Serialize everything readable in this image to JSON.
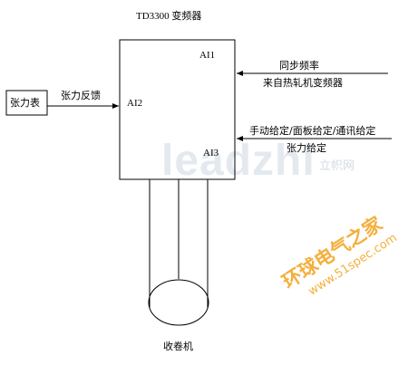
{
  "diagram": {
    "inverter_title": "TD3300 变频器",
    "ports": {
      "ai1": "AI1",
      "ai2": "AI2",
      "ai3": "AI3"
    },
    "tension_meter": "张力表",
    "tension_feedback": "张力反馈",
    "sync_freq_line1": "同步频率",
    "sync_freq_line2": "来自热轧机变频器",
    "manual_line1": "手动给定/面板给定/通讯给定",
    "manual_line2": "张力给定",
    "winder": "收卷机"
  },
  "watermarks": {
    "logo": "leadzhi",
    "logo_cn": "立帜网",
    "site_cn": "环球电气之家",
    "site_url": "www.51spec.com"
  },
  "colors": {
    "line": "#000000",
    "watermark_blue": "#cfd8e4",
    "watermark_orange": "#f3a21b"
  }
}
